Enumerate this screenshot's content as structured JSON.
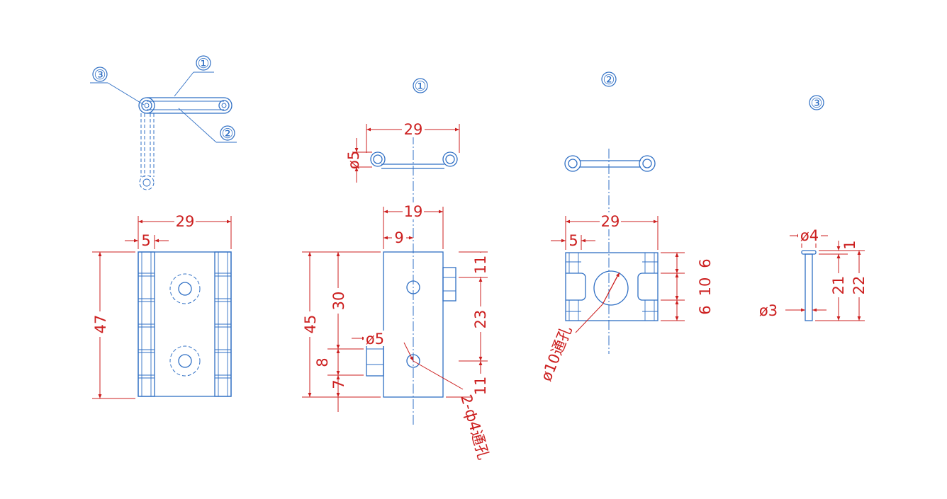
{
  "callouts": {
    "c1": "①",
    "c2": "②",
    "c3": "③"
  },
  "assembly": {
    "width": "29",
    "leaf": "5",
    "height": "47"
  },
  "part1": {
    "callout": "①",
    "top_width": "29",
    "top_dia": "ø5",
    "w19": "19",
    "w9": "9",
    "h45": "45",
    "h30": "30",
    "h8": "8",
    "h7": "7",
    "dia5": "ø5",
    "r11a": "11",
    "r23": "23",
    "r11b": "11",
    "holes_note": "2-ф4通孔"
  },
  "part2": {
    "callout": "②",
    "width": "29",
    "leaf": "5",
    "d6a": "6",
    "d10": "10",
    "d6b": "6",
    "stack": "6 10 6",
    "hole_note": "ø10通孔"
  },
  "part3": {
    "callout": "③",
    "head_dia": "ø4",
    "pin_dia": "ø3",
    "h1": "1",
    "h21": "21",
    "h22": "22"
  },
  "colors": {
    "outline": "#2f6fc4",
    "dimension": "#cc1f1f"
  }
}
